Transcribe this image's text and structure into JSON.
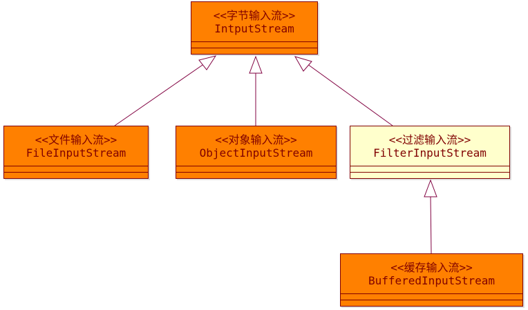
{
  "diagram": {
    "classes": [
      {
        "id": "inputstream",
        "stereotype": "<<字节输入流>>",
        "name": "IntputStream",
        "fill": "#ff8000"
      },
      {
        "id": "file",
        "stereotype": "<<文件输入流>>",
        "name": "FileInputStream",
        "fill": "#ff8000"
      },
      {
        "id": "object",
        "stereotype": "<<对象输入流>>",
        "name": "ObjectInputStream",
        "fill": "#ff8000"
      },
      {
        "id": "filter",
        "stereotype": "<<过滤输入流>>",
        "name": "FilterInputStream",
        "fill": "#ffffcc"
      },
      {
        "id": "buffered",
        "stereotype": "<<缓存输入流>>",
        "name": "BufferedInputStream",
        "fill": "#ff8000"
      }
    ],
    "relations": [
      {
        "type": "generalization",
        "from": "file",
        "to": "inputstream"
      },
      {
        "type": "generalization",
        "from": "object",
        "to": "inputstream"
      },
      {
        "type": "generalization",
        "from": "filter",
        "to": "inputstream"
      },
      {
        "type": "generalization",
        "from": "buffered",
        "to": "filter"
      }
    ],
    "colors": {
      "border": "#800000",
      "text": "#800000",
      "connector": "#800040"
    }
  }
}
